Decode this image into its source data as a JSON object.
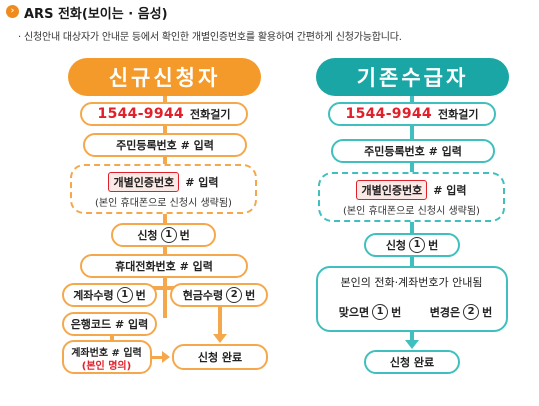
{
  "header": {
    "icon_glyph": "›",
    "title": "ARS 전화(보이는 · 음성)",
    "note": "· 신청안내 대상자가 안내문 등에서 확인한 개별인증번호를 활용하여 간편하게 신청가능합니다."
  },
  "new_applicant": {
    "title": "신규신청자",
    "phone": "1544-9944",
    "call_label": "전화걸기",
    "step_resident": "주민등록번호 # 입력",
    "auth_label": "개별인증번호",
    "auth_input": "# 입력",
    "auth_note": "(본인 휴대폰으로 신청시 생략됨)",
    "apply_pre": "신청",
    "apply_num": "1",
    "apply_post": "번",
    "step_mobile": "휴대전화번호 # 입력",
    "account_pre": "계좌수령",
    "account_num": "1",
    "account_post": "번",
    "cash_pre": "현금수령",
    "cash_num": "2",
    "cash_post": "번",
    "step_bank": "은행코드 # 입력",
    "step_account": "계좌번호 # 입력",
    "account_note": "(본인 명의)",
    "done": "신청 완료"
  },
  "existing_recipient": {
    "title": "기존수급자",
    "phone": "1544-9944",
    "call_label": "전화걸기",
    "step_resident": "주민등록번호 # 입력",
    "auth_label": "개별인증번호",
    "auth_input": "# 입력",
    "auth_note": "(본인 휴대폰으로 신청시 생략됨)",
    "apply_pre": "신청",
    "apply_num": "1",
    "apply_post": "번",
    "guide": "본인의 전화·계좌번호가 안내됨",
    "correct_pre": "맞으면",
    "correct_num": "1",
    "correct_post": "번",
    "change_pre": "변경은",
    "change_num": "2",
    "change_post": "번",
    "done": "신청 완료"
  },
  "colors": {
    "orange": "#f39a2a",
    "orange_border": "#f5a84b",
    "teal": "#1aa6a5",
    "teal_border": "#3fbfbd",
    "red": "#e0202a"
  }
}
